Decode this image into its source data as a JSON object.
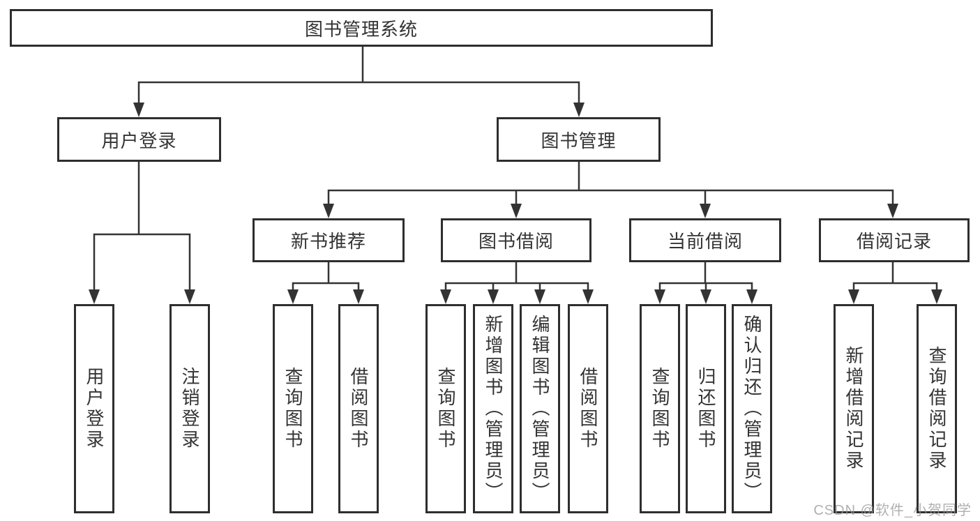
{
  "watermark": "CSDN @软件_小贺同学",
  "colors": {
    "line": "#333333",
    "box_border": "#2e2e2e",
    "text": "#333333",
    "watermark": "#969696",
    "background": "#ffffff"
  },
  "diagram": {
    "root": "图书管理系统",
    "level2": [
      {
        "label": "用户登录",
        "children": [
          "用户登录",
          "注销登录"
        ]
      },
      {
        "label": "图书管理",
        "groups": [
          {
            "label": "新书推荐",
            "children": [
              "查询图书",
              "借阅图书"
            ]
          },
          {
            "label": "图书借阅",
            "children": [
              "查询图书",
              "新增图书（管理员）",
              "编辑图书（管理员）",
              "借阅图书"
            ]
          },
          {
            "label": "当前借阅",
            "children": [
              "查询图书",
              "归还图书",
              "确认归还（管理员）"
            ]
          },
          {
            "label": "借阅记录",
            "children": [
              "新增借阅记录",
              "查询借阅记录"
            ]
          }
        ]
      }
    ]
  }
}
